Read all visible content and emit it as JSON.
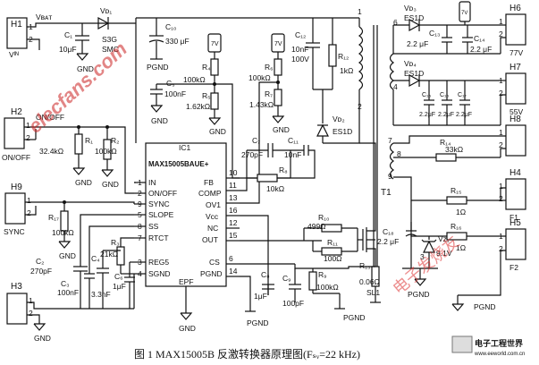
{
  "caption": "图 1   MAX15005B 反激转换器原理图(Fₛᵥ=22 kHz)",
  "watermark": {
    "site": "elecfans.com",
    "cn": "电子发烧友",
    "logo_text": "电子工程世界",
    "logo_url": "www.eeworld.com.cn"
  },
  "ic": {
    "ref": "IC1",
    "part": "MAX15005BAUE+",
    "left_pins": [
      {
        "num": "1",
        "name": "IN"
      },
      {
        "num": "2",
        "name": "ON/OFF"
      },
      {
        "num": "9",
        "name": "SYNC"
      },
      {
        "num": "5",
        "name": "SLOPE"
      },
      {
        "num": "8",
        "name": "SS"
      },
      {
        "num": "7",
        "name": "RTCT"
      },
      {
        "num": "3",
        "name": "REG5"
      },
      {
        "num": "4",
        "name": "SGND"
      }
    ],
    "right_pins": [
      {
        "num": "10",
        "name": "FB"
      },
      {
        "num": "11",
        "name": "COMP"
      },
      {
        "num": "13",
        "name": "OV1"
      },
      {
        "num": "16",
        "name": "Vcc"
      },
      {
        "num": "12",
        "name": "NC"
      },
      {
        "num": "15",
        "name": "OUT"
      },
      {
        "num": "6",
        "name": "CS"
      },
      {
        "num": "14",
        "name": "PGND"
      }
    ],
    "bottom": "EPF"
  },
  "connectors": {
    "h1": "H1",
    "h1_sub": "Vᴵᴺ",
    "h2": "H2",
    "h2_sig": "ON/OFF",
    "h2_sig2": "ON/OFF",
    "h9": "H9",
    "h9_sig": "SYNC",
    "h3": "H3",
    "h6": "H6",
    "h6_v": "77V",
    "h7": "H7",
    "h7_v": "55V",
    "h8": "H8",
    "h4": "H4",
    "h4_f": "F1",
    "h5": "H5",
    "h5_f": "F2",
    "pin1": "1",
    "pin2": "2"
  },
  "labels": {
    "vbat": "Vʙᴀᴛ",
    "vd1": "Vᴅ₁",
    "s3g": "S3G",
    "smc": "SMC",
    "c1": "C₁",
    "c1v": "10μF",
    "c10": "C₁₀",
    "c10v": "330 μF",
    "pgnd": "PGND",
    "gnd": "GND",
    "v_in": "7V",
    "r4": "R₄",
    "r4v": "100kΩ",
    "r5": "R₅",
    "r5v": "1.62kΩ",
    "c5": "C₅",
    "c5v": "100nF",
    "r6": "R₆",
    "r6v": "100kΩ",
    "r7": "R₇",
    "r7v": "1.43kΩ",
    "c12": "C₁₂",
    "c12v": "10nF",
    "c12v2": "100V",
    "r12": "R₁₂",
    "r12v": "1kΩ",
    "vd2": "Vᴅ₂",
    "es1d": "ES1D",
    "r1": "R₁",
    "r1v": "32.4kΩ",
    "r2": "R₂",
    "r2v": "100kΩ",
    "c7": "C₇",
    "c7v": "270pF",
    "c11": "C₁₁",
    "c11v": "10nF",
    "r8": "R₈",
    "r8v": "10kΩ",
    "r17": "R₁₇",
    "r17v": "100kΩ",
    "c2": "C₂",
    "c2v": "270pF",
    "c3": "C₃",
    "c3v": "100nF",
    "c4": "C₄",
    "c4v": "3.3nF",
    "r3": "R₃",
    "r3v": "21kΩ",
    "c6": "C₆",
    "c6v": "1μF",
    "c8": "C₈",
    "c8v": "1μF",
    "c9": "C₉",
    "c9v": "100pF",
    "r10": "R₁₀",
    "r10v": "499Ω",
    "r11": "R₁₁",
    "r11v": "100Ω",
    "r9": "R₉",
    "r9v": "100kΩ",
    "r13": "R₁₃",
    "r13v": "0.06Ω",
    "sl1": "SL1",
    "t1": "T1",
    "tw1": "1",
    "tw2": "2",
    "tw4": "4",
    "tw6": "6",
    "tw7": "7",
    "tw8": "8",
    "tw9": "9",
    "vd3": "Vᴅ₃",
    "vd4": "Vᴅ₄",
    "c13": "C₁₃",
    "c13v": "2.2 μF",
    "c14": "C₁₄",
    "c14v": "2.2 μF",
    "c15": "C₁₅",
    "c16": "C₁₆",
    "c17": "C₁₇",
    "cv": "2.2μF",
    "r14": "R₁₄",
    "r14v": "33kΩ",
    "r15": "R₁₅",
    "r15v": "1Ω",
    "r16": "R₁₆",
    "r16v": "1Ω",
    "c18": "C₁₈",
    "c18v": "2.2 μF",
    "vz1": "Vᴢ₁",
    "vz1v": "9.1V",
    "vz1n": "3"
  }
}
